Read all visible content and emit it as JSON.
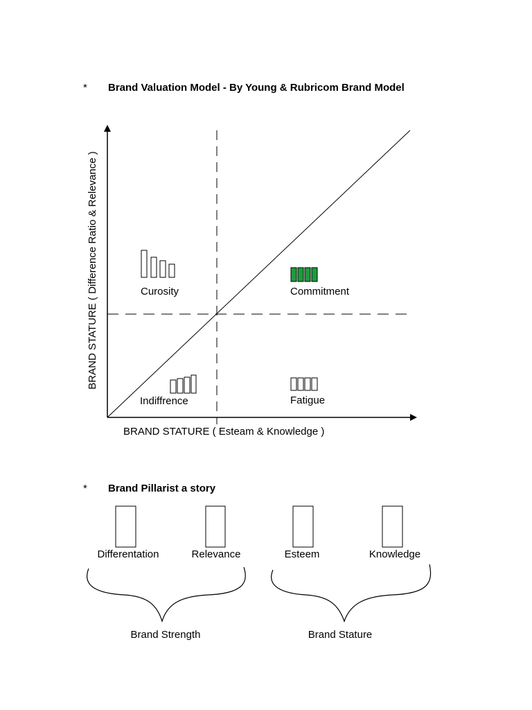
{
  "section1": {
    "bullet": "*",
    "title": "Brand Valuation Model - By Young & Rubricom Brand Model"
  },
  "matrix": {
    "y_axis_label": "BRAND STATURE ( Difference Ratio & Relevance  )",
    "x_axis_label": "BRAND STATURE ( Esteam & Knowledge )",
    "quadrants": {
      "top_left": "Curosity",
      "top_right": "Commitment",
      "bottom_left": "Indiffrence",
      "bottom_right": "Fatigue"
    },
    "colors": {
      "line": "#000000",
      "commitment_fill": "#1e9b3c"
    }
  },
  "section2": {
    "bullet": "*",
    "title": "Brand Pillarist a story",
    "pillars": [
      "Differentation",
      "Relevance",
      "Esteem",
      "Knowledge"
    ],
    "groups": [
      "Brand Strength",
      "Brand Stature"
    ]
  }
}
